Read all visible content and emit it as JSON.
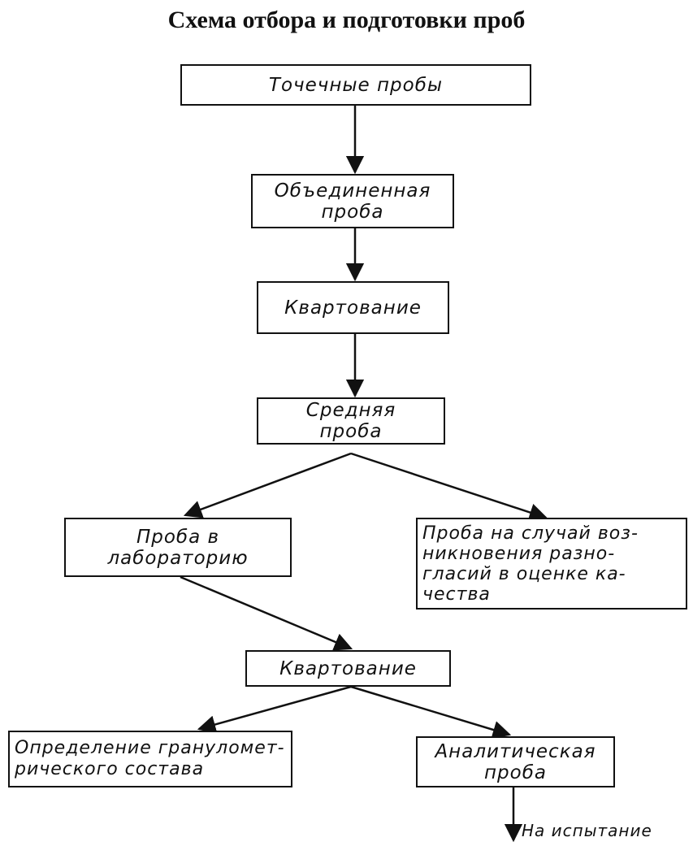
{
  "title": "Схема отбора и подготовки проб",
  "nodes": {
    "point_samples": "Точечные пробы",
    "combined_sample": "Объединенная\nпроба",
    "quartering_1": "Квартование",
    "average_sample": "Средняя\nпроба",
    "lab_sample": "Проба в\nлабораторию",
    "dispute_sample": "Проба на случай воз-\nникновения разно-\nгласий в оценке ка-\nчества",
    "quartering_2": "Квартование",
    "granulometric": "Определение грануломет-\nрического состава",
    "analytical_sample": "Аналитическая\nпроба"
  },
  "final_label": "На испытание",
  "colors": {
    "ink": "#111111",
    "background": "#ffffff"
  }
}
